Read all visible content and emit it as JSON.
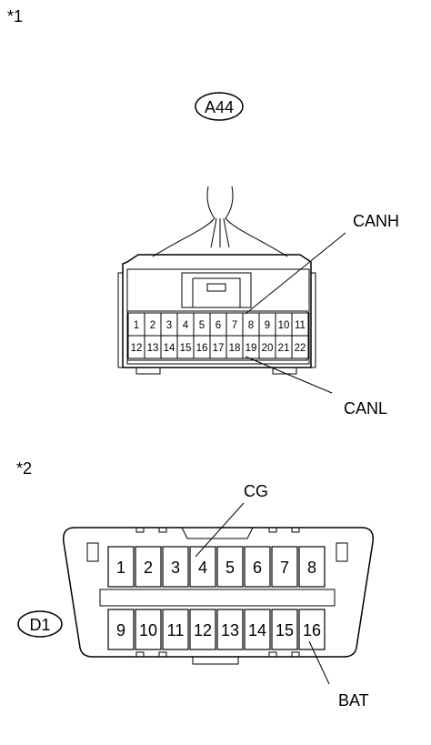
{
  "figure1": {
    "marker": "*1",
    "connector_code": "A44",
    "pins_top": [
      "1",
      "2",
      "3",
      "4",
      "5",
      "6",
      "7",
      "8",
      "9",
      "10",
      "11"
    ],
    "pins_bottom": [
      "12",
      "13",
      "14",
      "15",
      "16",
      "17",
      "18",
      "19",
      "20",
      "21",
      "22"
    ],
    "callouts": {
      "canh": "CANH",
      "canl": "CANL"
    }
  },
  "figure2": {
    "marker": "*2",
    "connector_code": "D1",
    "pins_top": [
      "1",
      "2",
      "3",
      "4",
      "5",
      "6",
      "7",
      "8"
    ],
    "pins_bottom": [
      "9",
      "10",
      "11",
      "12",
      "13",
      "14",
      "15",
      "16"
    ],
    "callouts": {
      "cg": "CG",
      "bat": "BAT"
    }
  }
}
